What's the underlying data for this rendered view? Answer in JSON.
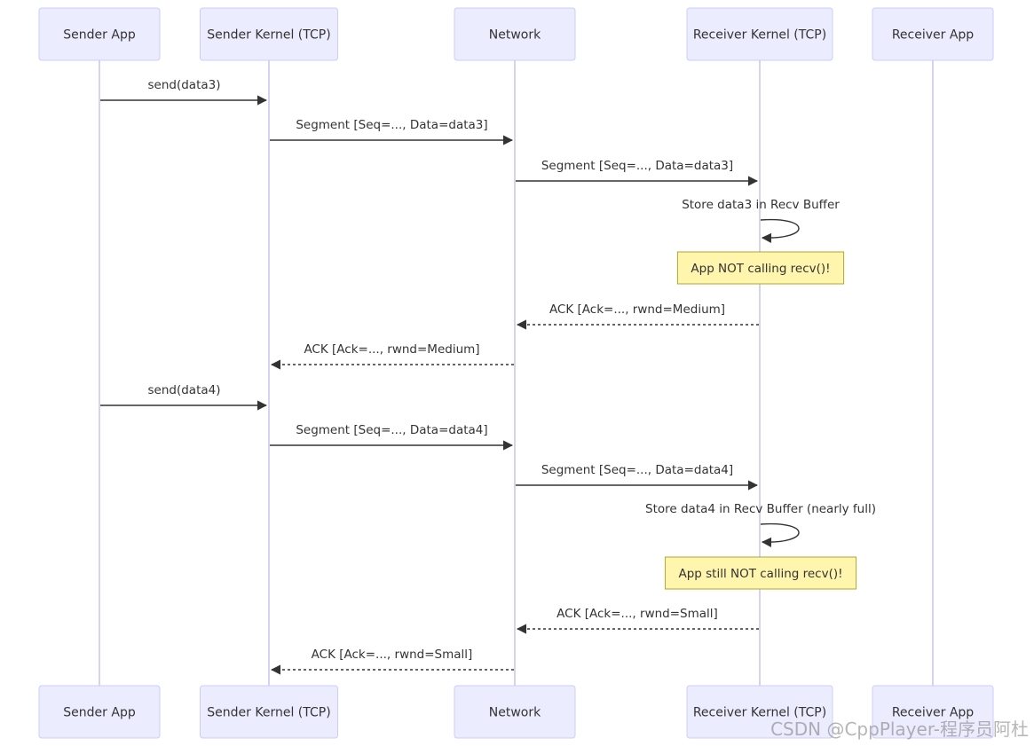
{
  "actors": [
    {
      "id": "sender_app",
      "label": "Sender App"
    },
    {
      "id": "sender_kernel",
      "label": "Sender Kernel (TCP)"
    },
    {
      "id": "network",
      "label": "Network"
    },
    {
      "id": "receiver_kernel",
      "label": "Receiver Kernel (TCP)"
    },
    {
      "id": "receiver_app",
      "label": "Receiver App"
    }
  ],
  "steps": [
    {
      "kind": "message",
      "from": "sender_app",
      "to": "sender_kernel",
      "style": "solid",
      "label": "send(data3)"
    },
    {
      "kind": "message",
      "from": "sender_kernel",
      "to": "network",
      "style": "solid",
      "label": "Segment [Seq=..., Data=data3]"
    },
    {
      "kind": "message",
      "from": "network",
      "to": "receiver_kernel",
      "style": "solid",
      "label": "Segment [Seq=..., Data=data3]"
    },
    {
      "kind": "self",
      "actor": "receiver_kernel",
      "label": "Store data3 in Recv Buffer"
    },
    {
      "kind": "note",
      "actor": "receiver_kernel",
      "label": "App NOT calling recv()!"
    },
    {
      "kind": "message",
      "from": "receiver_kernel",
      "to": "network",
      "style": "dashed",
      "label": "ACK [Ack=..., rwnd=Medium]"
    },
    {
      "kind": "message",
      "from": "network",
      "to": "sender_kernel",
      "style": "dashed",
      "label": "ACK [Ack=..., rwnd=Medium]"
    },
    {
      "kind": "message",
      "from": "sender_app",
      "to": "sender_kernel",
      "style": "solid",
      "label": "send(data4)"
    },
    {
      "kind": "message",
      "from": "sender_kernel",
      "to": "network",
      "style": "solid",
      "label": "Segment [Seq=..., Data=data4]"
    },
    {
      "kind": "message",
      "from": "network",
      "to": "receiver_kernel",
      "style": "solid",
      "label": "Segment [Seq=..., Data=data4]"
    },
    {
      "kind": "self",
      "actor": "receiver_kernel",
      "label": "Store data4 in Recv Buffer (nearly full)"
    },
    {
      "kind": "note",
      "actor": "receiver_kernel",
      "label": "App still NOT calling recv()!"
    },
    {
      "kind": "message",
      "from": "receiver_kernel",
      "to": "network",
      "style": "dashed",
      "label": "ACK [Ack=..., rwnd=Small]"
    },
    {
      "kind": "message",
      "from": "network",
      "to": "sender_kernel",
      "style": "dashed",
      "label": "ACK [Ack=..., rwnd=Small]"
    }
  ],
  "watermark": "CSDN @CppPlayer-程序员阿杜",
  "colors": {
    "actor_fill": "#ececff",
    "actor_border": "#ccccff",
    "lifeline": "#d3d3f3",
    "line": "#333333",
    "note_fill": "#fff5ad",
    "note_border": "#aaaa33"
  }
}
